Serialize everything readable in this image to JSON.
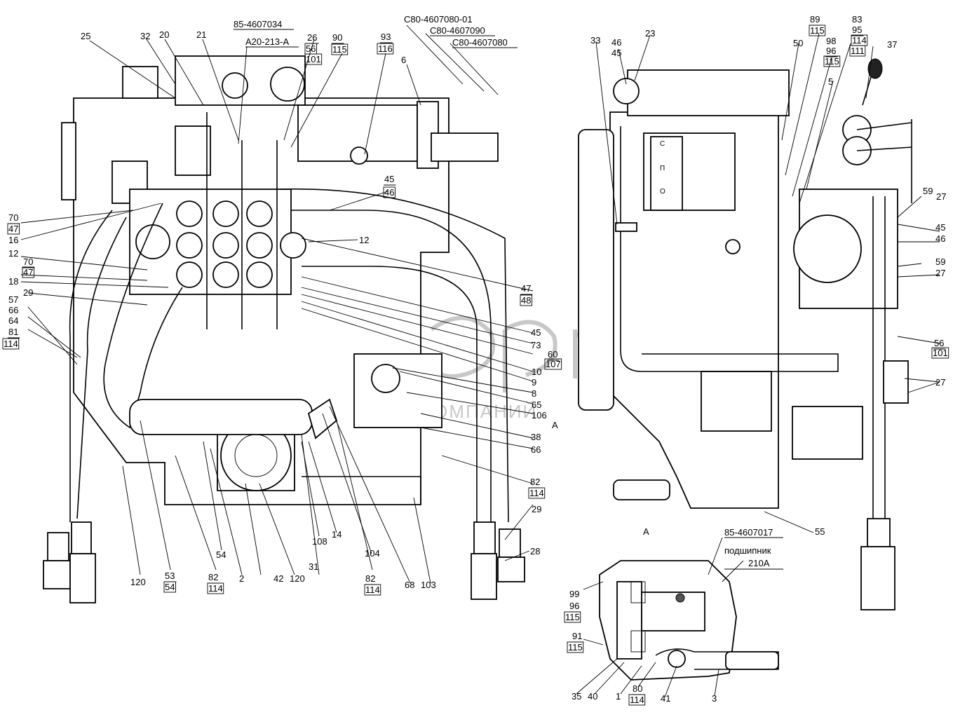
{
  "codes": {
    "c1": "85-4607034",
    "c2": "A20-213-A",
    "c3": "C80-4607080-01",
    "c4": "C80-4607090",
    "c5": "C80-4607080",
    "c6": "85-4607017",
    "bearing": "подшипник",
    "bearing_no": "210A"
  },
  "view_label": "A",
  "watermark": {
    "brand": "белагро",
    "tagline": "ГРУППА КОМПАНИЙ"
  },
  "gauge_marks": [
    "С",
    "П",
    "О"
  ],
  "labels": {
    "l25": "25",
    "l32": "32",
    "l20": "20",
    "l21": "21",
    "l26": "26",
    "l56a": "56",
    "l101a": "101",
    "l90": "90",
    "l115a": "115",
    "l93": "93",
    "l116": "116",
    "l6": "6",
    "l45a": "45",
    "l46a": "46",
    "l70a": "70",
    "l47a": "47",
    "l16": "16",
    "l12a": "12",
    "l70b": "70",
    "l47b": "47",
    "l18": "18",
    "l29a": "29",
    "l57": "57",
    "l66a": "66",
    "l64": "64",
    "l81": "81",
    "l114a": "114",
    "l12b": "12",
    "l47c": "47",
    "l48": "48",
    "l45b": "45",
    "l73": "73",
    "l60": "60",
    "l107": "107",
    "l10": "10",
    "l9": "9",
    "l8": "8",
    "l65": "65",
    "l106": "106",
    "lA": "A",
    "l38": "38",
    "l66b": "66",
    "l82a": "82",
    "l114b": "114",
    "l29b": "29",
    "l28": "28",
    "l120a": "120",
    "l53": "53",
    "l54a": "54",
    "l82b": "82",
    "l114c": "114",
    "l54b": "54",
    "l2": "2",
    "l42": "42",
    "l120b": "120",
    "l31": "31",
    "l108": "108",
    "l14": "14",
    "l104": "104",
    "l82c": "82",
    "l114d": "114",
    "l68": "68",
    "l103": "103",
    "l33": "33",
    "l46b": "46",
    "l45c": "45",
    "l23": "23",
    "l50": "50",
    "l89": "89",
    "l115b": "115",
    "l98": "98",
    "l96a": "96",
    "l115c": "115",
    "l83": "83",
    "l95": "95",
    "l114e": "114",
    "l111": "111",
    "l37": "37",
    "l5": "5",
    "l59a": "59",
    "l27a": "27",
    "l45d": "45",
    "l46c": "46",
    "l59b": "59",
    "l27b": "27",
    "l56b": "56",
    "l101b": "101",
    "l27c": "27",
    "l55": "55",
    "l99": "99",
    "l96b": "96",
    "l115d": "115",
    "l91": "91",
    "l115e": "115",
    "l35": "35",
    "l40": "40",
    "l1": "1",
    "l80": "80",
    "l114f": "114",
    "l41": "41",
    "l3": "3"
  },
  "colors": {
    "ink": "#000000",
    "watermark": "#c8c8c8",
    "paper": "#ffffff"
  }
}
